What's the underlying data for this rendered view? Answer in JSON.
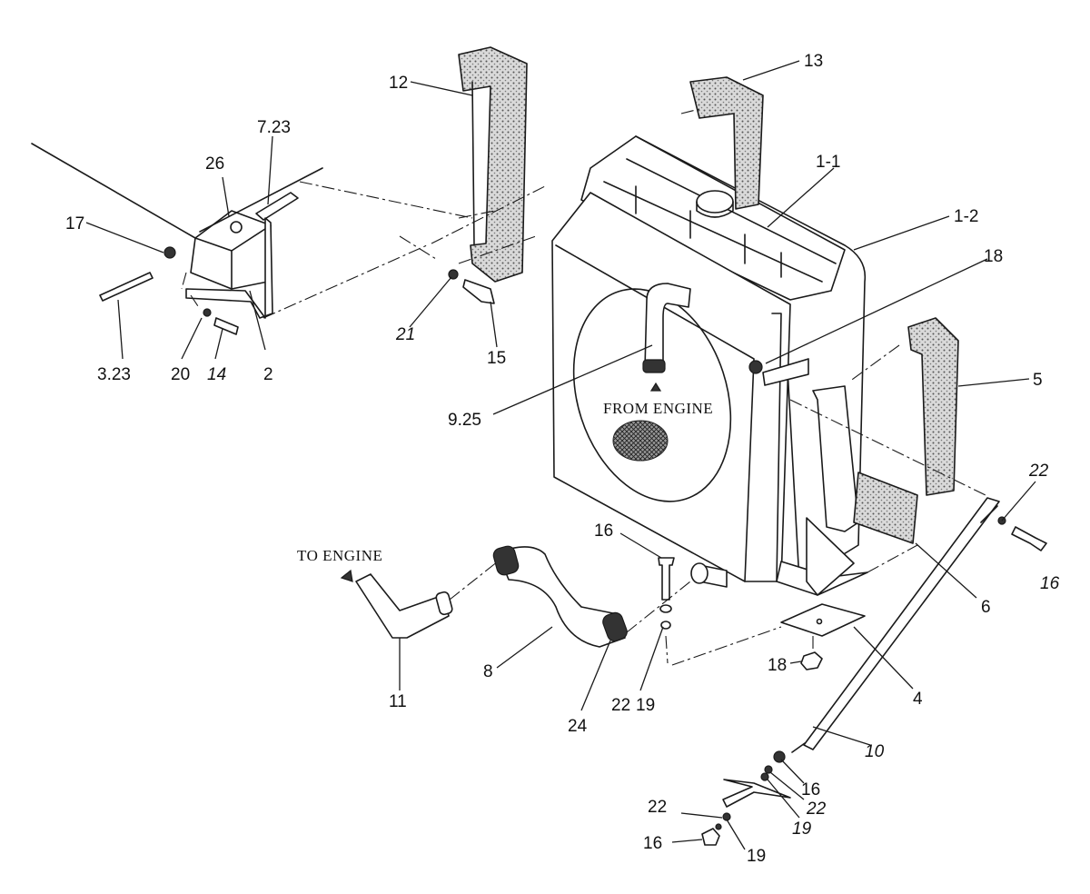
{
  "notes": {
    "from_engine": "FROM ENGINE",
    "to_engine": "TO ENGINE"
  },
  "callouts": {
    "c1_1": "1-1",
    "c1_2": "1-2",
    "c2": "2",
    "c3_23": "3.23",
    "c4": "4",
    "c5": "5",
    "c6": "6",
    "c7_23": "7.23",
    "c8": "8",
    "c9_25": "9.25",
    "c10": "10",
    "c11": "11",
    "c12": "12",
    "c13": "13",
    "c14": "14",
    "c15": "15",
    "c16_top": "16",
    "c16_right": "16",
    "c16_mid": "16",
    "c16_bottom": "16",
    "c17": "17",
    "c18_top": "18",
    "c18_bottom": "18",
    "c19_center": "19",
    "c19_right": "19",
    "c19_bottom": "19",
    "c20": "20",
    "c21": "21",
    "c22_center": "22",
    "c22_right_top": "22",
    "c22_right": "22",
    "c22_bottom": "22",
    "c24": "24",
    "c26": "26"
  }
}
